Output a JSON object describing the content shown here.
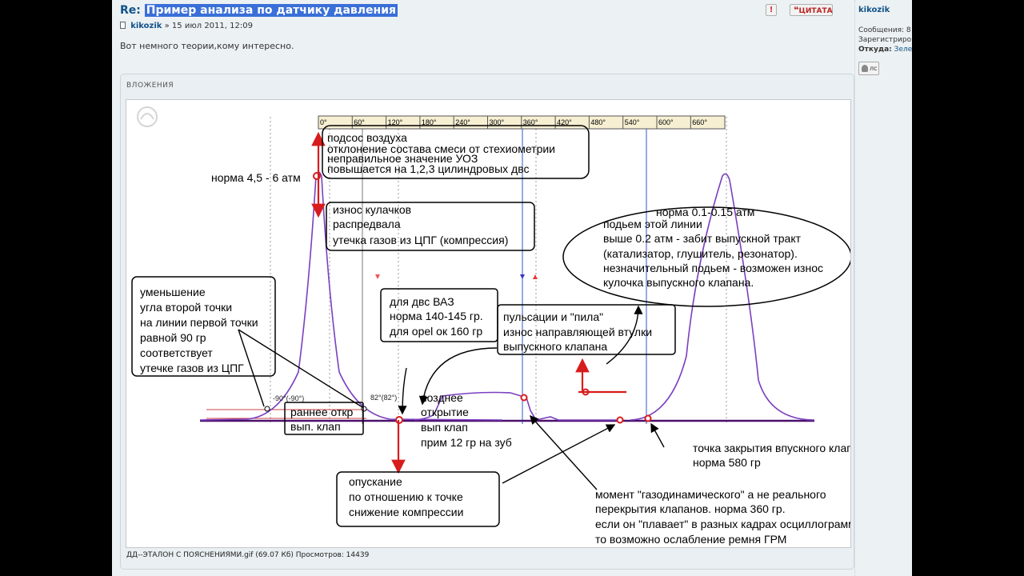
{
  "post": {
    "prefix": "Re:",
    "title": "Пример анализа по датчику давления",
    "author": "kikozik",
    "date": "15 июл 2011, 12:09",
    "sep": "»",
    "body": "Вот немного теории,кому интересно.",
    "report_label": "!",
    "quote_label": "ЦИТАТА"
  },
  "profile": {
    "name": "kikozik",
    "messages_label": "Сообщения: 8",
    "registered_label": "Зарегистриро",
    "from_label": "Откуда:",
    "from_value": "Зеле",
    "pm_label": "лс"
  },
  "attachment": {
    "section_label": "ВЛОЖЕНИЯ",
    "caption_file": "ДД--ЭТАЛОН С ПОЯСНЕНИЯМИ.gif (69.07 Кб) Просмотров: 14439"
  },
  "diagram": {
    "degree_scale": [
      "0°",
      "60°",
      "120°",
      "180°",
      "240°",
      "300°",
      "360°",
      "420°",
      "480°",
      "540°",
      "600°",
      "660°"
    ],
    "marker_left": "-90°(-90°)",
    "marker_right": "82°(82°)",
    "labels": {
      "norm_peak": "норма 4,5 - 6 атм",
      "air_leak_1": "подсос воздуха",
      "air_leak_2": "отклонение состава смеси от стехиометрии",
      "air_leak_3": "неправильное значение УОЗ",
      "air_leak_4": "повышается на 1,2,3 цилиндровых двс",
      "cam_1": "износ кулачков",
      "cam_2": "распредвала",
      "cam_3": "утечка газов из ЦПГ (компрессия)",
      "exh_1": "норма 0.1-0.15 атм",
      "exh_2": "подьем этой линии",
      "exh_3": "выше 0.2 атм - забит выпускной тракт",
      "exh_4": "(катализатор, глушитель, резонатор).",
      "exh_5": "незначительный подьем - возможен износ",
      "exh_6": "кулочка выпускного клапана.",
      "angle_1": "уменьшение",
      "angle_2": "угла второй точки",
      "angle_3": "на линии первой точки",
      "angle_4": "равной 90 гр",
      "angle_5": "соответствует",
      "angle_6": "утечке газов из ЦПГ",
      "vaz_1": "для двс ВАЗ",
      "vaz_2": "норма 140-145 гр.",
      "vaz_3": "для opel ок 160 гр",
      "puls_1": "пульсации и \"пила\"",
      "puls_2": "износ направляющей втулки",
      "puls_3": "выпускного клапана",
      "early_1": "раннее откр",
      "early_2": "вып. клап",
      "late_1": "позднее",
      "late_2": "открытие",
      "late_3": "вып клап",
      "late_4": "прим 12 гр на зуб",
      "drop_1": "опускание",
      "drop_2": "по отношению к точке",
      "drop_3": "снижение компрессии",
      "intake_1": "точка закрытия впускного клапана",
      "intake_2": "норма 580 гр",
      "moment_1": "момент \"газодинамического\" а не реального",
      "moment_2": "перекрытия клапанов. норма 360 гр.",
      "moment_3": "если он \"плавает\" в разных кадрах осциллограммы",
      "moment_4": "то возможно ослабление ремня ГРМ"
    }
  },
  "colors": {
    "link": "#105289",
    "trace": "#7b3fbf",
    "accent": "#d81c1c",
    "baseline": "#4b0f6b"
  }
}
